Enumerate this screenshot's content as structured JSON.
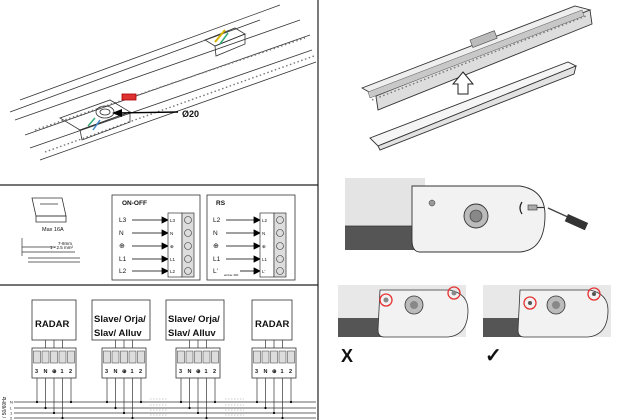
{
  "top_left": {
    "hole_label": "Ø20"
  },
  "connection_box": {
    "fuse_label": "Max 16A",
    "strip_label_a": "7-8mm",
    "strip_label_b": "1 - 2.5 mm²",
    "onoff": {
      "title": "ON-OFF",
      "rows": [
        "L3",
        "N",
        "⊕",
        "L1",
        "L2"
      ],
      "terminals": [
        "L3",
        "N",
        "⊕",
        "L1",
        "L2"
      ]
    },
    "rs": {
      "title": "RS",
      "rows": [
        "L2",
        "N",
        "⊕",
        "L1",
        "L'"
      ],
      "terminals": [
        "L2",
        "N",
        "⊕",
        "L1",
        "L'"
      ],
      "small_note": "amber 400"
    }
  },
  "wiring": {
    "modules": [
      {
        "label": "RADAR"
      },
      {
        "label": "Slave/ Orja/ Slav/ Alluv"
      },
      {
        "label": "Slave/ Orja/ Slav/ Alluv"
      },
      {
        "label": "RADAR"
      }
    ],
    "terminal_labels": [
      "3",
      "N",
      "⊕",
      "1",
      "2"
    ],
    "mains_label": "/ 50/60Hz",
    "line_labels": [
      "N",
      "L",
      "1",
      "2"
    ]
  },
  "right_panel": {
    "wrong_mark": "X",
    "right_mark": "✓"
  }
}
